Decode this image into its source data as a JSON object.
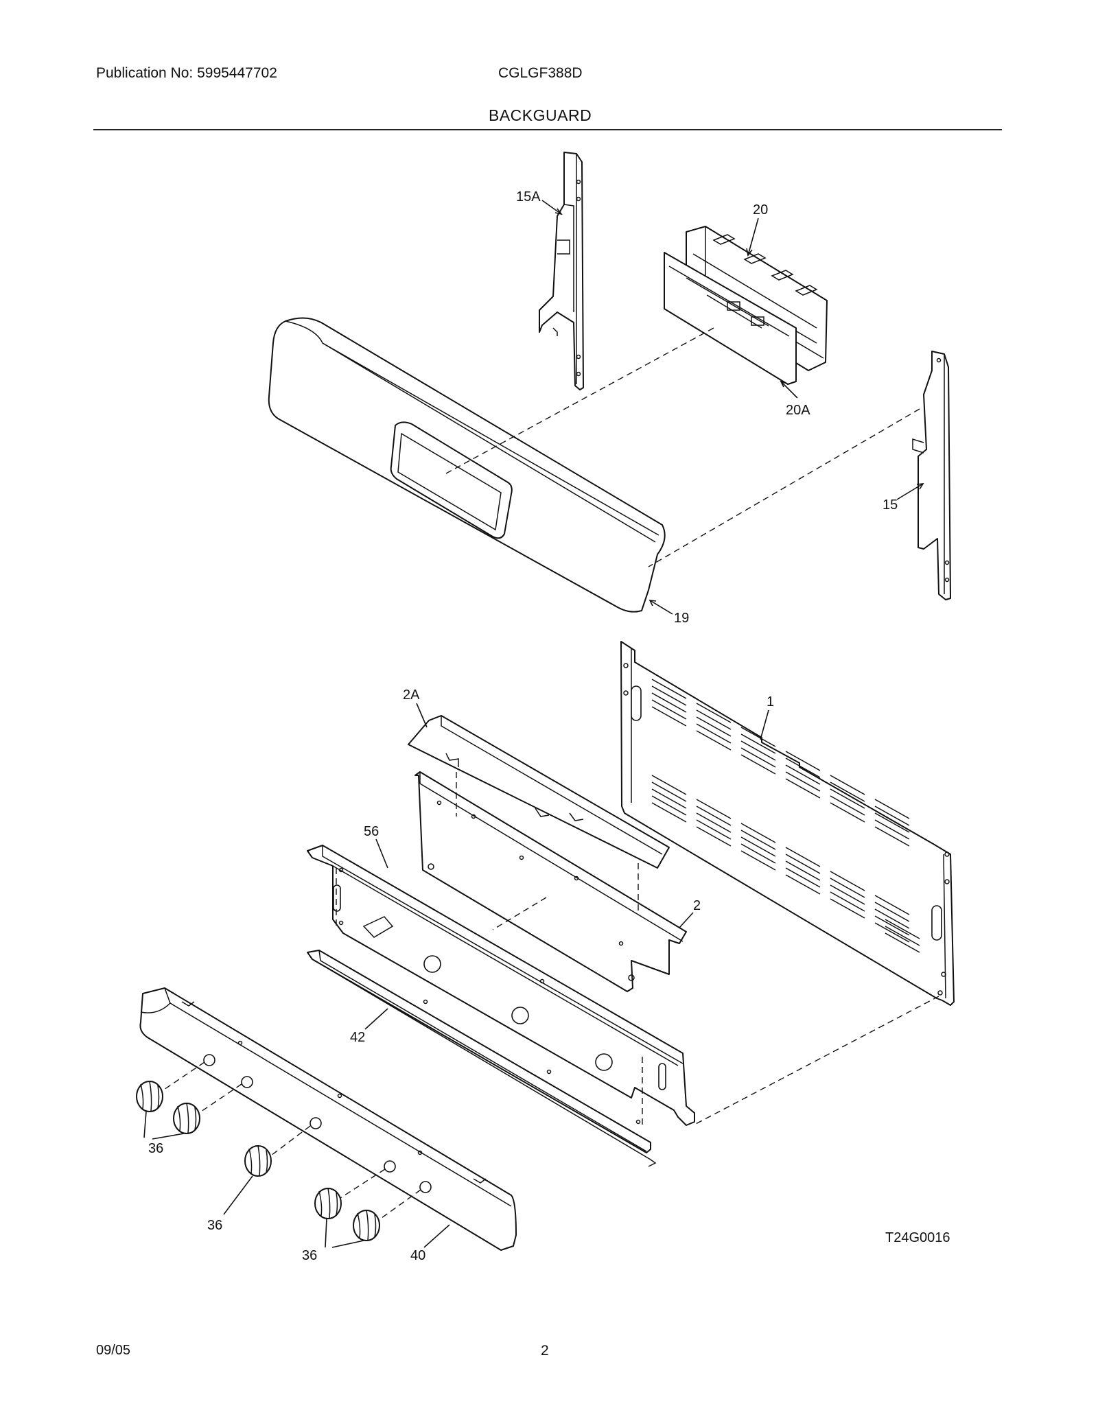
{
  "header": {
    "publication": "Publication No: 5995447702",
    "model": "CGLGF388D",
    "section_title": "BACKGUARD"
  },
  "callouts": {
    "c15A": "15A",
    "c20": "20",
    "c20A": "20A",
    "c15": "15",
    "c19": "19",
    "c1": "1",
    "c2A": "2A",
    "c56": "56",
    "c2": "2",
    "c42": "42",
    "c36a": "36",
    "c36b": "36",
    "c36c": "36",
    "c40": "40"
  },
  "footer": {
    "drawing_id": "T24G0016",
    "date": "09/05",
    "page_number": "2"
  }
}
